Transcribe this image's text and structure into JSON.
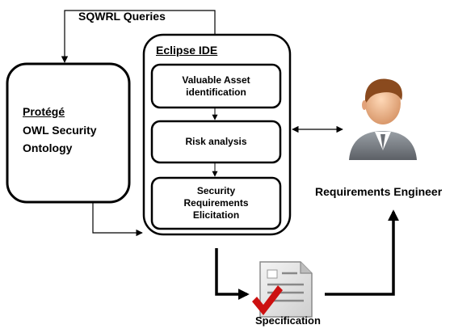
{
  "labels": {
    "sqwrl_queries": "SQWRL Queries",
    "eclipse_ide": "Eclipse IDE",
    "protege": "Protégé",
    "owl_line1": "OWL Security",
    "owl_line2": "Ontology",
    "valuable_asset_line1": "Valuable Asset",
    "valuable_asset_line2": "identification",
    "risk_analysis": "Risk analysis",
    "security_line1": "Security",
    "security_line2": "Requirements",
    "security_line3": "Elicitation",
    "requirements_engineer": "Requirements Engineer",
    "specification": "Specification"
  },
  "icons": {
    "person": "person-icon",
    "document": "document-icon",
    "check": "checkmark-icon"
  },
  "colors": {
    "stroke": "#000000",
    "check": "#cc1010",
    "doc_gray": "#8a8a8a",
    "suit": "#7a7e84"
  }
}
